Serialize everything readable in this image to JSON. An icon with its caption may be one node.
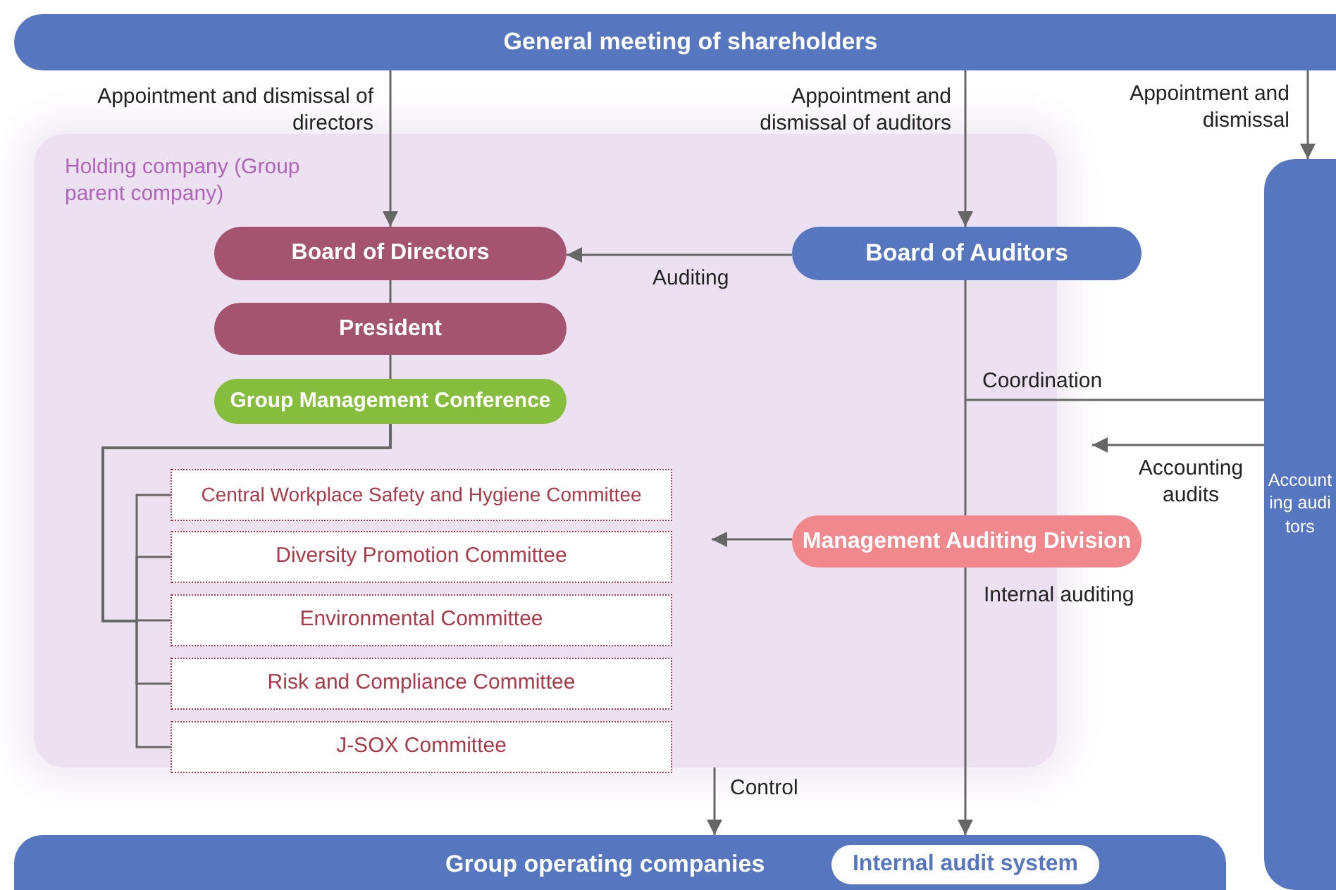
{
  "diagram": {
    "nodes": [
      {
        "text": [
          "General meeting of shareholders"
        ]
      },
      {
        "text": [
          "Holding company (Group parent company)"
        ]
      },
      {
        "text": [
          "Board of Directors"
        ],
        "in": 1
      },
      {
        "text": [
          "President"
        ],
        "in": 1
      },
      {
        "text": [
          "Group Management Conference"
        ],
        "in": 1
      },
      {
        "text": [
          "Central Workplace Safety and Hygiene Committee"
        ],
        "in": 1
      },
      {
        "text": [
          "Diversity Promotion Committee"
        ],
        "in": 1
      },
      {
        "text": [
          "Environmental Committee"
        ],
        "in": 1
      },
      {
        "text": [
          "Risk and Compliance Committee"
        ],
        "in": 1
      },
      {
        "text": [
          "J-SOX Committee"
        ],
        "in": 1
      },
      {
        "text": [
          "Board of Auditors"
        ]
      },
      {
        "text": [
          "Management Auditing Division"
        ]
      },
      {
        "text": [
          "Accounting auditors"
        ]
      },
      {
        "text": [
          "Group operating companies"
        ]
      },
      {
        "text": [
          "Internal audit system"
        ],
        "in": 13
      }
    ],
    "edges": [
      {
        "from": 0,
        "to": 2,
        "arrow": "to",
        "label": "Appointment and dismissal of directors"
      },
      {
        "from": 0,
        "to": 10,
        "arrow": "to",
        "label": "Appointment and dismissal of auditors"
      },
      {
        "from": 0,
        "to": 12,
        "arrow": "to",
        "label": "Appointment and dismissal"
      },
      {
        "from": 10,
        "to": 2,
        "arrow": "to",
        "label": "Auditing"
      },
      {
        "from": 2,
        "to": 3,
        "arrow": "none"
      },
      {
        "from": 3,
        "to": 4,
        "arrow": "none"
      },
      {
        "from": 4,
        "to": 5,
        "arrow": "none"
      },
      {
        "from": 4,
        "to": 6,
        "arrow": "none"
      },
      {
        "from": 4,
        "to": 7,
        "arrow": "none"
      },
      {
        "from": 4,
        "to": 8,
        "arrow": "none"
      },
      {
        "from": 4,
        "to": 9,
        "arrow": "none"
      },
      {
        "from": 10,
        "to": 11,
        "arrow": "none"
      },
      {
        "from": 11,
        "to": 13,
        "arrow": "to",
        "label": "Internal auditing"
      },
      {
        "from": 12,
        "to": null,
        "arrow": "none",
        "label": "Coordination"
      },
      {
        "from": 12,
        "to": 1,
        "arrow": "to",
        "label": "Accounting audits"
      },
      {
        "from": 11,
        "to": null,
        "arrow": "to"
      },
      {
        "from": 1,
        "to": 13,
        "arrow": "to",
        "label": "Control"
      }
    ]
  }
}
